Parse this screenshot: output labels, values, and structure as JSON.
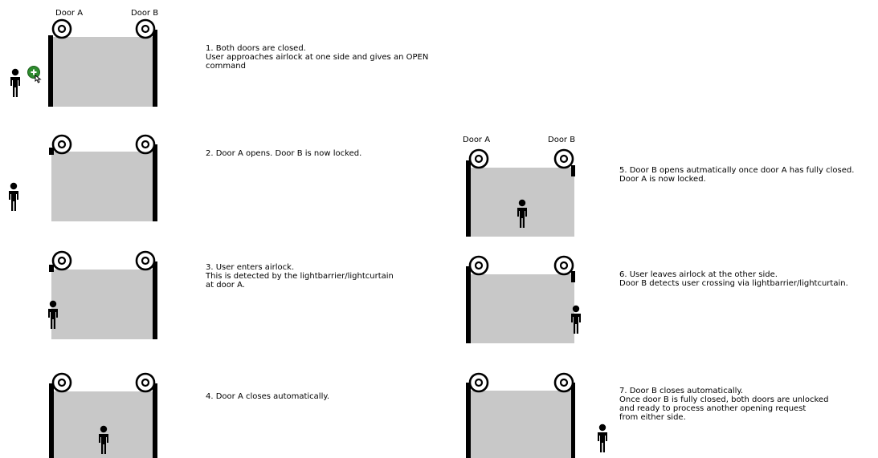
{
  "door_labels": {
    "a": "Door A",
    "b": "Door B"
  },
  "colors": {
    "chamber": "#c8c8c8",
    "door": "#000000",
    "ink": "#000000",
    "badge": "#2e8b2e"
  },
  "icons": {
    "command": "touch-command-icon",
    "person": "person-icon",
    "roll": "door-roll-icon"
  },
  "steps": [
    {
      "lines": [
        "1. Both doors are closed.",
        "User approaches airlock at one side and gives an OPEN",
        "command"
      ]
    },
    {
      "lines": [
        "2. Door A opens. Door B is now locked."
      ]
    },
    {
      "lines": [
        "3. User enters airlock.",
        "This is detected by the lightbarrier/lightcurtain",
        " at door A."
      ]
    },
    {
      "lines": [
        "4. Door A closes automatically."
      ]
    },
    {
      "lines": [
        "5. Door B opens autmatically once door A has fully closed.",
        "Door A is now locked."
      ]
    },
    {
      "lines": [
        "6. User leaves airlock at the other side.",
        "Door B detects user crossing via lightbarrier/lightcurtain."
      ]
    },
    {
      "lines": [
        "7. Door B closes automatically.",
        "Once door B is fully closed, both doors are unlocked",
        "and ready to process another opening request",
        "from either side."
      ]
    }
  ]
}
